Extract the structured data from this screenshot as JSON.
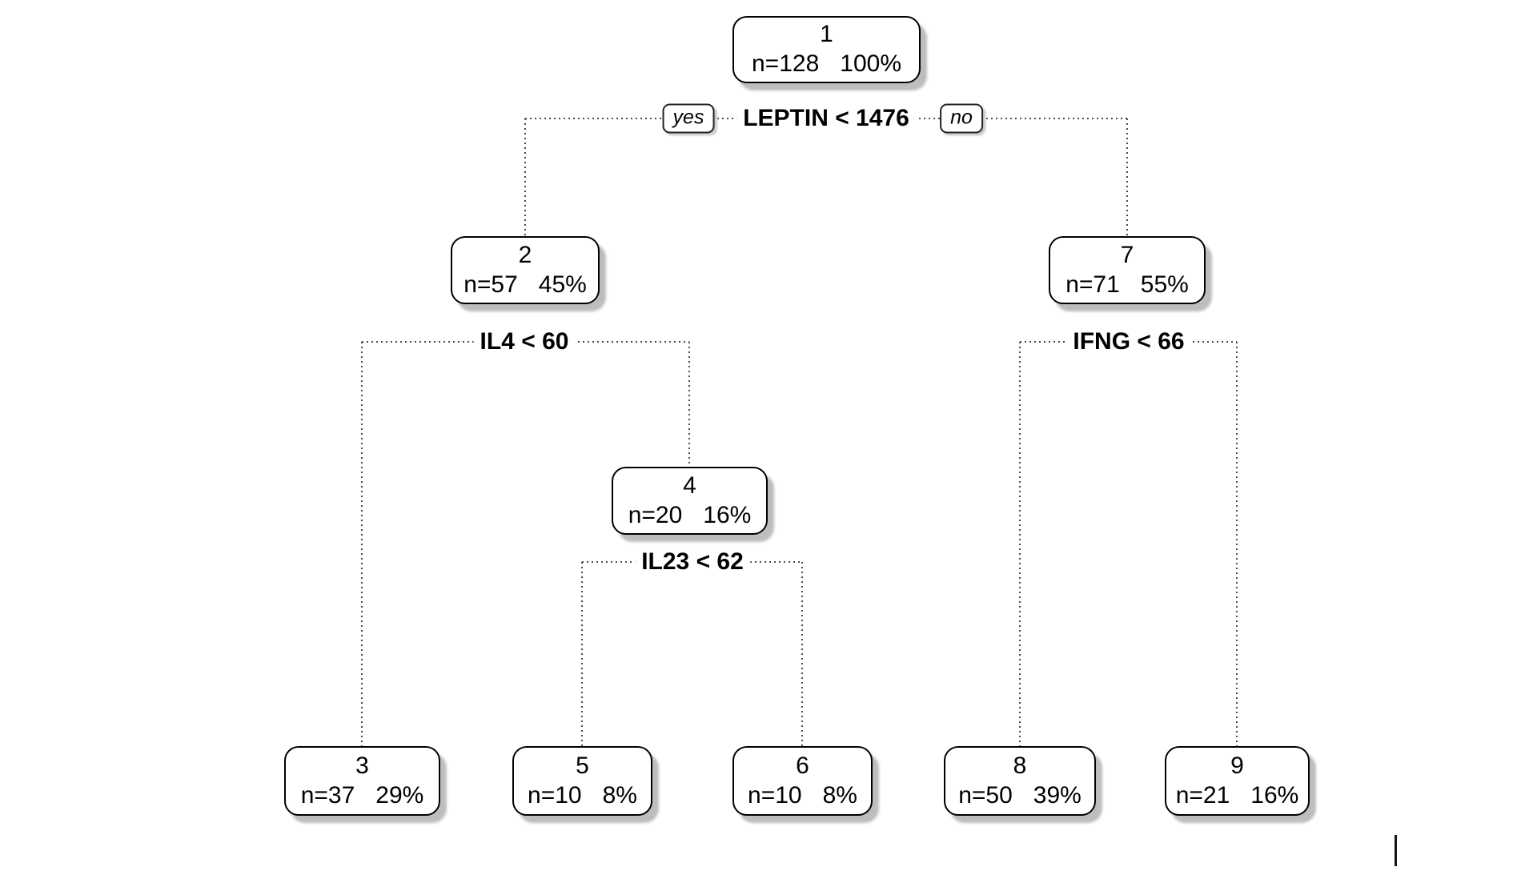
{
  "figure": {
    "kind": "decision-tree-plot",
    "colors": {
      "background": "#ffffff",
      "node_fill": "#ffffff",
      "node_border": "#000000",
      "text": "#000000",
      "branch_line": "#4a4a4a",
      "node_shadow": "#bdbdbd"
    }
  },
  "tree": {
    "nodes": {
      "1": {
        "id": "1",
        "n": 128,
        "pct": 100,
        "n_label": "n=128",
        "pct_label": "100%"
      },
      "2": {
        "id": "2",
        "n": 57,
        "pct": 45,
        "n_label": "n=57",
        "pct_label": "45%"
      },
      "3": {
        "id": "3",
        "n": 37,
        "pct": 29,
        "n_label": "n=37",
        "pct_label": "29%"
      },
      "4": {
        "id": "4",
        "n": 20,
        "pct": 16,
        "n_label": "n=20",
        "pct_label": "16%"
      },
      "5": {
        "id": "5",
        "n": 10,
        "pct": 8,
        "n_label": "n=10",
        "pct_label": "8%"
      },
      "6": {
        "id": "6",
        "n": 10,
        "pct": 8,
        "n_label": "n=10",
        "pct_label": "8%"
      },
      "7": {
        "id": "7",
        "n": 71,
        "pct": 55,
        "n_label": "n=71",
        "pct_label": "55%"
      },
      "8": {
        "id": "8",
        "n": 50,
        "pct": 39,
        "n_label": "n=50",
        "pct_label": "39%"
      },
      "9": {
        "id": "9",
        "n": 21,
        "pct": 16,
        "n_label": "n=21",
        "pct_label": "16%"
      }
    },
    "splits": {
      "node1": {
        "label": "LEPTIN < 1476",
        "yes_tag": "yes",
        "no_tag": "no"
      },
      "node2": {
        "label": "IL4 < 60"
      },
      "node7": {
        "label": "IFNG < 66"
      },
      "node4": {
        "label": "IL23 < 62"
      }
    },
    "edges": [
      {
        "from": "1",
        "to": "2",
        "branch": "yes"
      },
      {
        "from": "1",
        "to": "7",
        "branch": "no"
      },
      {
        "from": "2",
        "to": "3",
        "branch": "yes"
      },
      {
        "from": "2",
        "to": "4",
        "branch": "no"
      },
      {
        "from": "4",
        "to": "5",
        "branch": "yes"
      },
      {
        "from": "4",
        "to": "6",
        "branch": "no"
      },
      {
        "from": "7",
        "to": "8",
        "branch": "yes"
      },
      {
        "from": "7",
        "to": "9",
        "branch": "no"
      }
    ]
  }
}
